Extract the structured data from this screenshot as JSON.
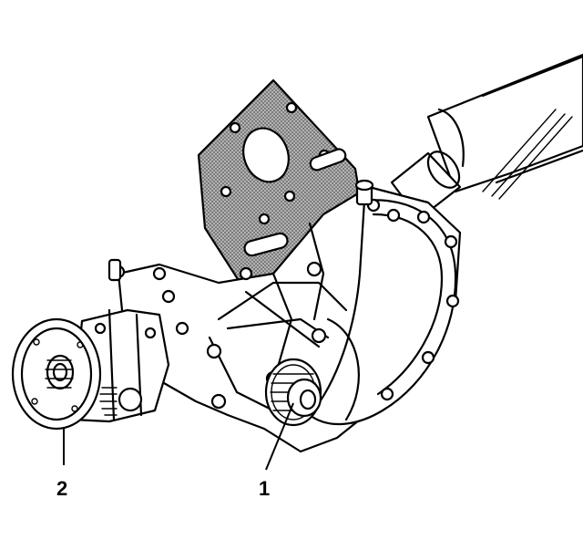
{
  "callouts": [
    {
      "id": "1",
      "label": "1"
    },
    {
      "id": "2",
      "label": "2"
    }
  ],
  "colors": {
    "line": "#000000",
    "plate": "#8f8f8f",
    "background": "#ffffff"
  }
}
